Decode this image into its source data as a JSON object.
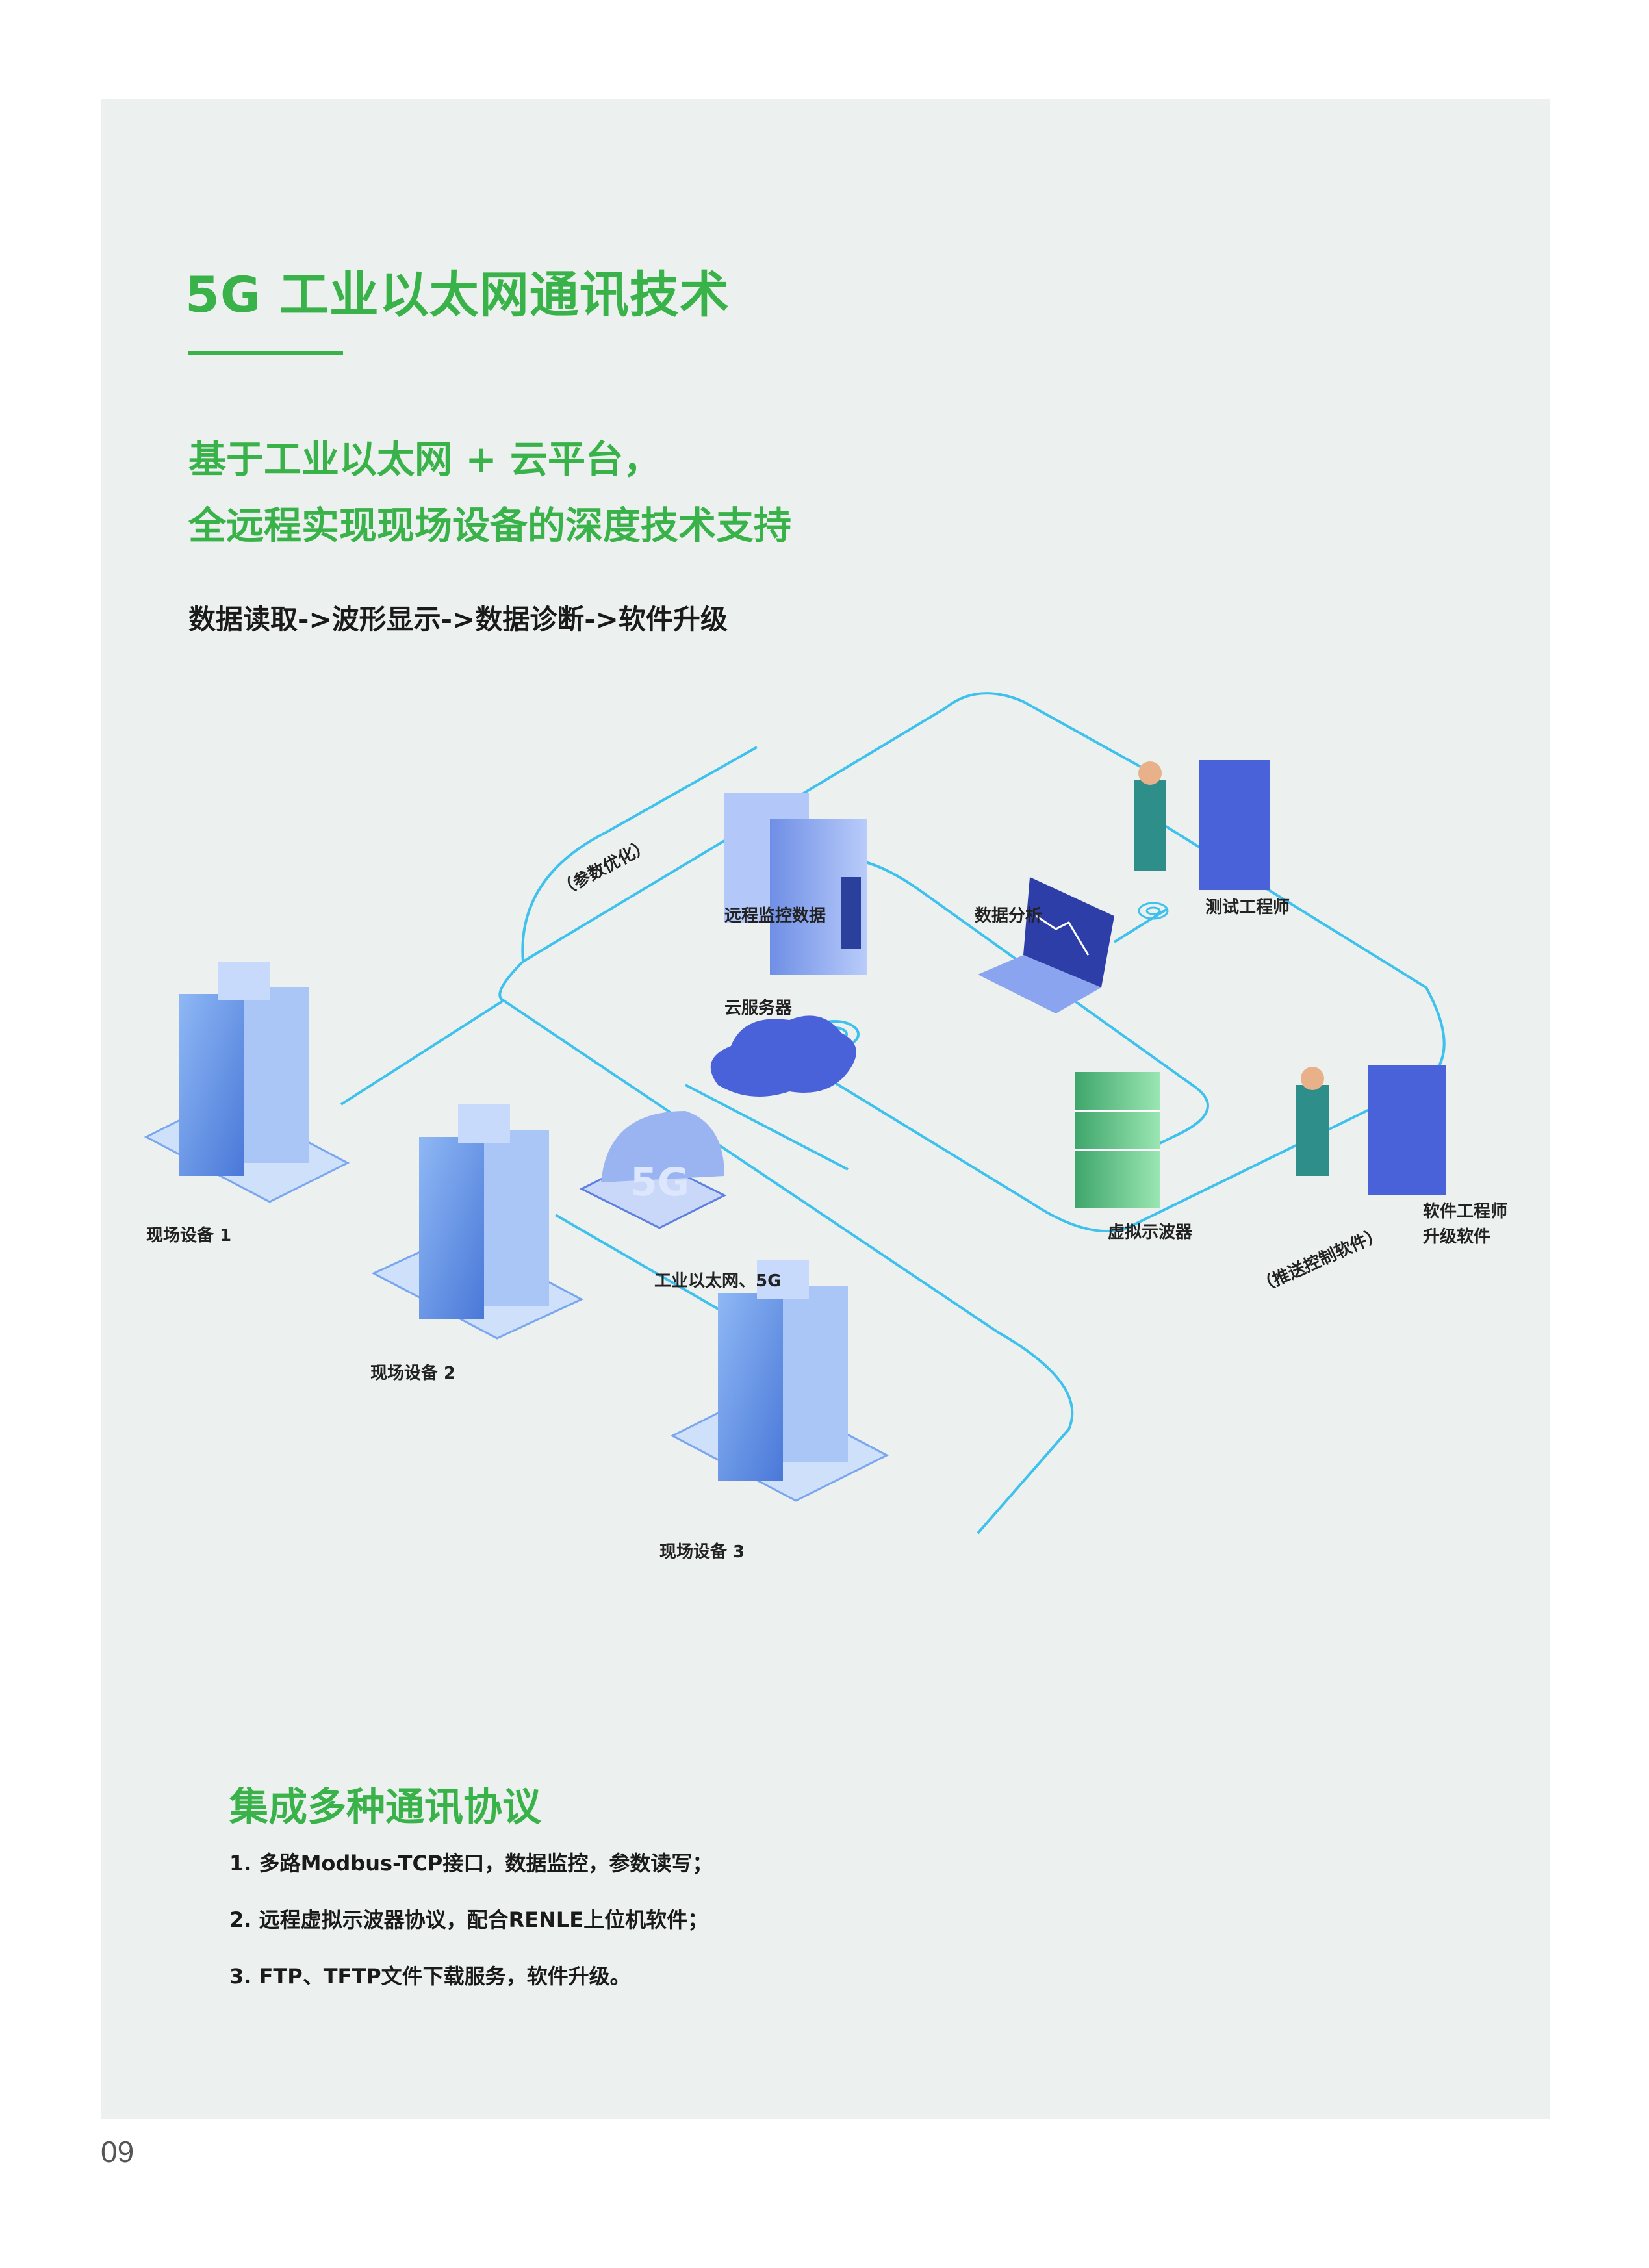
{
  "heading": {
    "title": "5G 工业以太网通讯技术",
    "subtitle_1": "基于工业以太网 + 云平台，",
    "subtitle_2": "全远程实现现场设备的深度技术支持",
    "flow": "数据读取->波形显示->数据诊断->软件升级"
  },
  "diagram": {
    "labels": {
      "param_opt": "（参数优化）",
      "remote_monitor": "远程监控数据",
      "data_analysis": "数据分析",
      "test_engineer": "测试工程师",
      "cloud_server": "云服务器",
      "virtual_scope": "虚拟示波器",
      "sw_engineer_1": "软件工程师",
      "sw_engineer_2": "升级软件",
      "push_ctrl": "（推送控制软件）",
      "device_1": "现场设备 1",
      "device_2": "现场设备 2",
      "device_3": "现场设备 3",
      "network": "工业以太网、5G",
      "badge_5g": "5G"
    }
  },
  "protocols": {
    "title": "集成多种通讯协议",
    "items": [
      "1. 多路Modbus-TCP接口，数据监控，参数读写；",
      "2. 远程虚拟示波器协议，配合RENLE上位机软件；",
      "3. FTP、TFTP文件下载服务，软件升级。"
    ]
  },
  "page_number": "09",
  "colors": {
    "accent": "#39b24a",
    "line": "#3ec1ec",
    "panel": "#ecf0ef"
  }
}
